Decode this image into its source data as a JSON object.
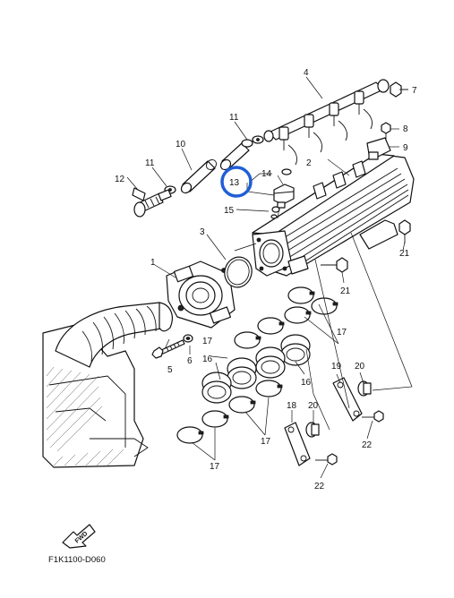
{
  "callouts": {
    "c1": "1",
    "c2": "2",
    "c3": "3",
    "c4": "4",
    "c5": "5",
    "c6": "6",
    "c7": "7",
    "c8": "8",
    "c9": "9",
    "c10": "10",
    "c11a": "11",
    "c11b": "11",
    "c12": "12",
    "c13": "13",
    "c14": "14",
    "c15": "15",
    "c16a": "16",
    "c16b": "16",
    "c17a": "17",
    "c17b": "17",
    "c17c": "17",
    "c17d": "17",
    "c18": "18",
    "c19": "19",
    "c20a": "20",
    "c20b": "20",
    "c21a": "21",
    "c21b": "21",
    "c22a": "22",
    "c22b": "22"
  },
  "fwd_label": "FWD",
  "diagram_code": "F1K1100-D060",
  "highlight_color": "#1f5fd6"
}
